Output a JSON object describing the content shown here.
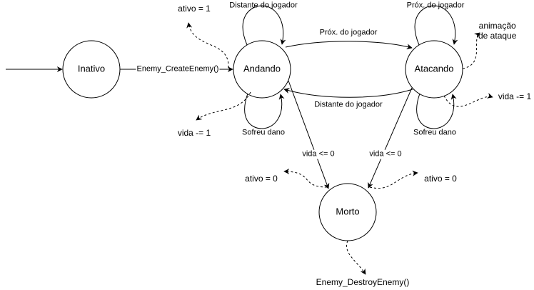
{
  "states": {
    "inativo": "Inativo",
    "andando": "Andando",
    "atacando": "Atacando",
    "morto": "Morto"
  },
  "transitions": {
    "create": "Enemy_CreateEnemy()",
    "and_self_top": "Distante do jogador",
    "and_self_bottom": "Sofreu dano",
    "atk_self_top": "Próx. do jogador",
    "atk_self_bottom": "Sofreu dano",
    "and_to_atk": "Próx. do jogador",
    "atk_to_and": "Distante do jogador",
    "and_to_morto": "vida <= 0",
    "atk_to_morto": "vida <= 0"
  },
  "actions": {
    "ativo_1": "ativo = 1",
    "vida_and": "vida -= 1",
    "anim_line1": "animação",
    "anim_line2": "de ataque",
    "vida_atk": "vida -= 1",
    "ativo_0_left": "ativo = 0",
    "ativo_0_right": "ativo = 0",
    "destroy": "Enemy_DestroyEnemy()"
  }
}
